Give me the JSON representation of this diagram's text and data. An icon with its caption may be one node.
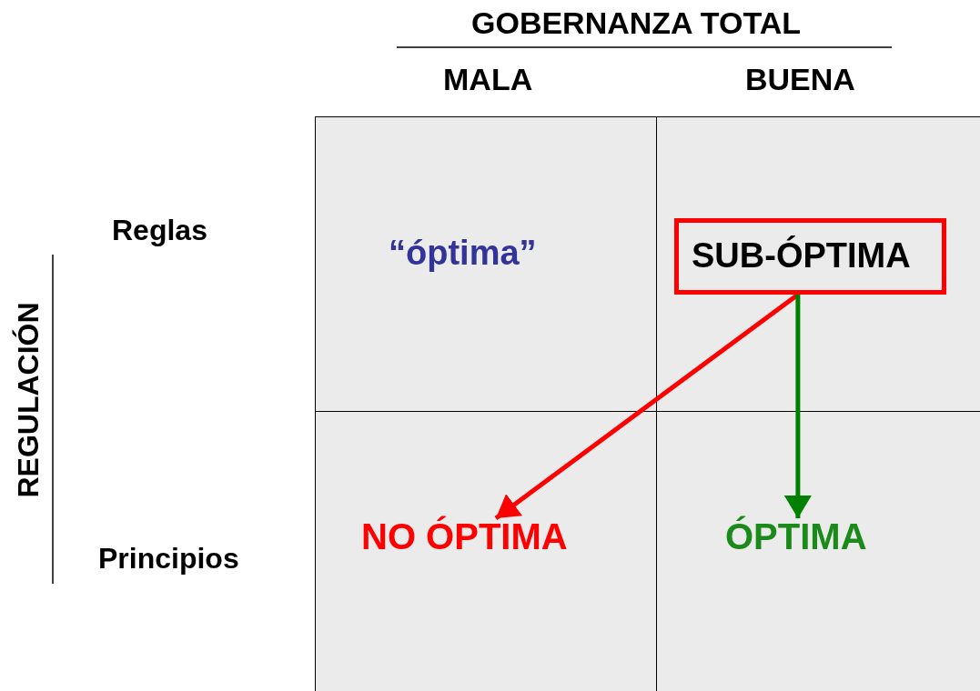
{
  "diagram": {
    "nodes": [
      {
        "text": [],
        "shape": "box"
      },
      {
        "text": [
          "“óptima”"
        ],
        "in": 0
      },
      {
        "text": [],
        "shape": "box"
      },
      {
        "text": [
          "SUB-ÓPTIMA"
        ],
        "in": 2
      },
      {
        "text": [],
        "shape": "box"
      },
      {
        "text": [
          "NO ÓPTIMA"
        ],
        "in": 4
      },
      {
        "text": [],
        "shape": "box"
      },
      {
        "text": [
          "ÓPTIMA"
        ],
        "in": 6
      }
    ],
    "edges": [
      {
        "from": 3,
        "to": 5,
        "arrow": "to",
        "color": "#ff0000"
      },
      {
        "from": 3,
        "to": 7,
        "arrow": "to",
        "color": "#008000"
      }
    ],
    "labels": [
      "GOBERNANZA TOTAL",
      "MALA",
      "BUENA",
      "Reglas",
      "Principios",
      "REGULACIÓN"
    ]
  }
}
